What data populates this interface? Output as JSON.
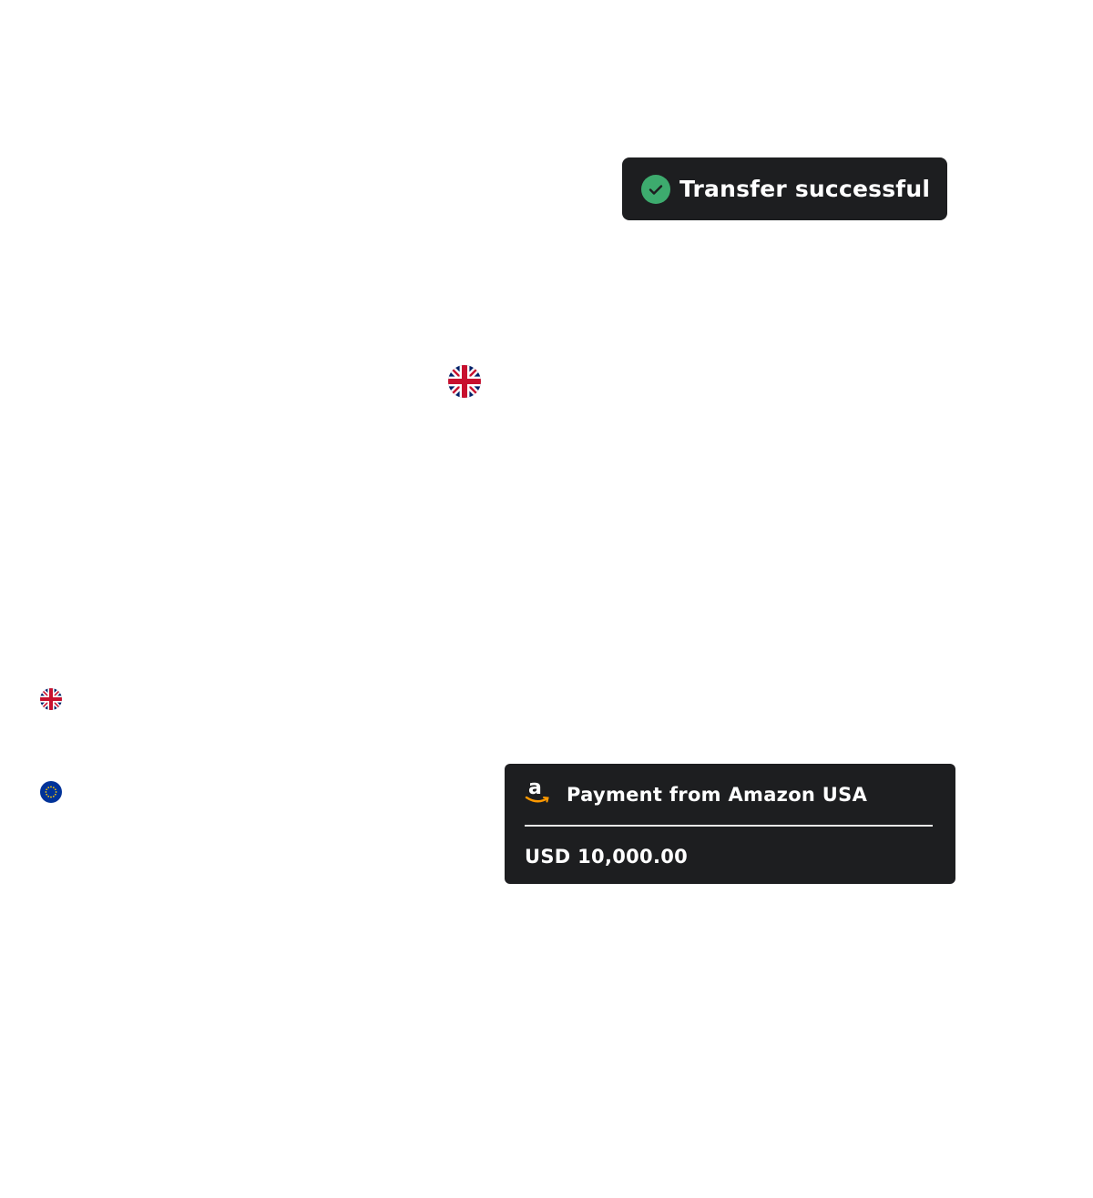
{
  "toast": {
    "message": "Transfer successful",
    "icon": "check-circle-icon",
    "accent": "#3dab6e"
  },
  "flags": [
    {
      "icon": "uk-flag-icon"
    },
    {
      "icon": "uk-flag-icon"
    },
    {
      "icon": "eu-flag-icon"
    }
  ],
  "payment_card": {
    "title": "Payment from Amazon USA",
    "amount": "USD 10,000.00",
    "logo": "amazon-logo-icon",
    "logo_letter": "a",
    "logo_accent": "#ff9900"
  }
}
